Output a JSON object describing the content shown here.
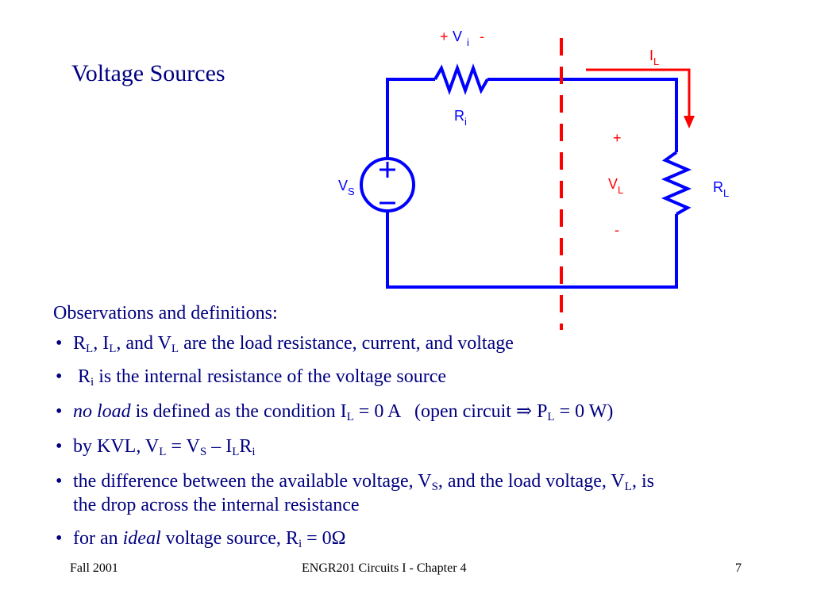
{
  "title": "Voltage Sources",
  "circuit": {
    "vi_plus": "+",
    "vi_V": "V",
    "vi_sub": "i",
    "vi_minus": "-",
    "ri_R": "R",
    "ri_sub": "i",
    "vs_V": "V",
    "vs_sub": "S",
    "il_I": "I",
    "il_sub": "L",
    "vl_plus": "+",
    "vl_V": "V",
    "vl_sub": "L",
    "vl_minus": "-",
    "rl_R": "R",
    "rl_sub": "L",
    "colors": {
      "wire": "#0000ff",
      "current": "#ff0000",
      "divider": "#ff0000",
      "label": "#0000ff"
    }
  },
  "observations": {
    "heading": "Observations and definitions:",
    "bullet_symbol": "•",
    "b1": {
      "r": "R",
      "r_sub": "L",
      "sep1": ", I",
      "i_sub": "L",
      "sep2": ", and V",
      "v_sub": "L",
      "rest": " are the load resistance, current, and voltage"
    },
    "b2": {
      "r": "R",
      "r_sub": "i",
      "rest": " is the internal resistance of the voltage source"
    },
    "b3": {
      "italic": "no load",
      "mid": " is defined as the condition I",
      "i_sub": "L",
      "mid2": " = 0 A   (open circuit ",
      "arrow": "⇒",
      "p": " P",
      "p_sub": "L",
      "end": " = 0 W)"
    },
    "b4": {
      "start": "by KVL, V",
      "s1": "L",
      "mid": " = V",
      "s2": "S",
      "mid2": " – I",
      "s3": "L",
      "r": "R",
      "s4": "i"
    },
    "b5": {
      "start": "the difference between the available voltage, V",
      "s1": "S",
      "mid": ", and the load voltage, V",
      "s2": "L",
      "end": ", is",
      "line2": "the drop across the internal resistance"
    },
    "b6": {
      "start": "for an ",
      "italic": "ideal",
      "mid": " voltage source, R",
      "sub": "i",
      "end": " = 0Ω"
    }
  },
  "footer": {
    "left": "Fall 2001",
    "center": "ENGR201 Circuits I - Chapter 4",
    "page": "7"
  }
}
